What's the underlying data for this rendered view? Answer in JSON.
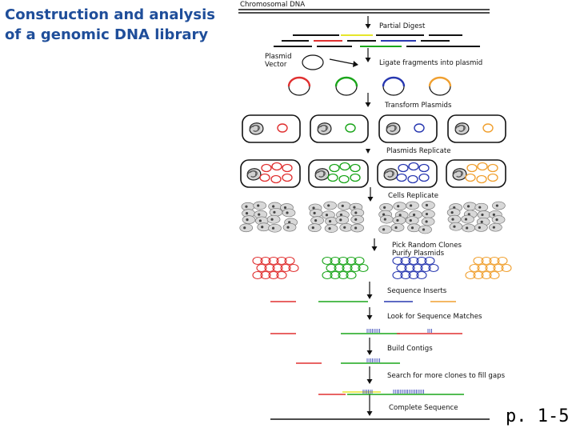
{
  "title": {
    "line1": "Construction and analysis",
    "line2": "of a genomic DNA library"
  },
  "page_ref": "p. 1-5",
  "diagram": {
    "chromosomal_dna_label": "Chromosomal DNA",
    "plasmid_vector_label": [
      "Plasmid",
      "Vector"
    ],
    "steps": [
      "Partial Digest",
      "Ligate fragments into plasmid",
      "Transform Plasmids",
      "Plasmids Replicate",
      "Cells Replicate",
      "Pick Random Clones",
      "Purify Plasmids",
      "Sequence Inserts",
      "Look for Sequence Matches",
      "Build Contigs",
      "Search for more clones to fill gaps",
      "Complete Sequence"
    ],
    "colors": {
      "red": "#e03030",
      "green": "#1aa51a",
      "blue": "#2838b0",
      "orange": "#f0a030",
      "yellow": "#e6e62a",
      "black": "#111111",
      "title_blue": "#1f4e9a"
    }
  }
}
